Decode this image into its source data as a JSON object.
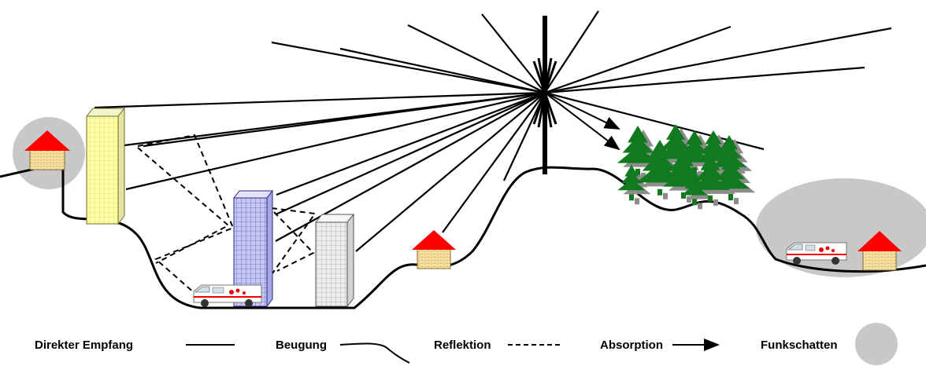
{
  "legend": {
    "direct": "Direkter Empfang",
    "diffraction": "Beugung",
    "reflection": "Reflektion",
    "absorption": "Absorption",
    "shadow": "Funkschatten"
  },
  "colors": {
    "line": "#000000",
    "shadow_fill": "#c8c8c8",
    "roof": "#ff0000",
    "house_wall": "#f5e4a8",
    "brick": "#d6a64a",
    "tree": "#117a1e",
    "tree_shadow": "#8c8c8c",
    "building_yellow": "#ffffa6",
    "building_blue": "#c6c6f2",
    "building_gray": "#ededed"
  }
}
